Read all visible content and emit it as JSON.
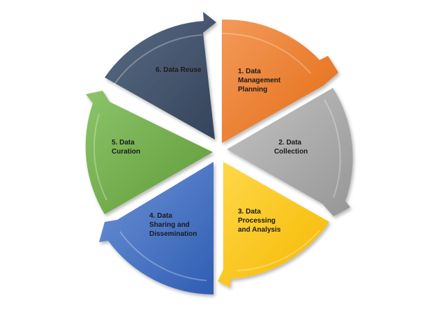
{
  "diagram": {
    "stages": [
      {
        "id": "stage-1",
        "lines": [
          "1. Data",
          "Management",
          "Planning"
        ],
        "color": "#ED7D31"
      },
      {
        "id": "stage-2",
        "lines": [
          "2. Data",
          "Collection"
        ],
        "color": "#A5A5A5"
      },
      {
        "id": "stage-3",
        "lines": [
          "3. Data",
          "Processing",
          "and Analysis"
        ],
        "color": "#FFC000"
      },
      {
        "id": "stage-4",
        "lines": [
          "4. Data",
          "Sharing and",
          "Dissemination"
        ],
        "color": "#4472C4"
      },
      {
        "id": "stage-5",
        "lines": [
          "5. Data",
          "Curation"
        ],
        "color": "#70AD47"
      },
      {
        "id": "stage-6",
        "lines": [
          "6. Data Reuse"
        ],
        "color": "#44546A"
      }
    ]
  }
}
